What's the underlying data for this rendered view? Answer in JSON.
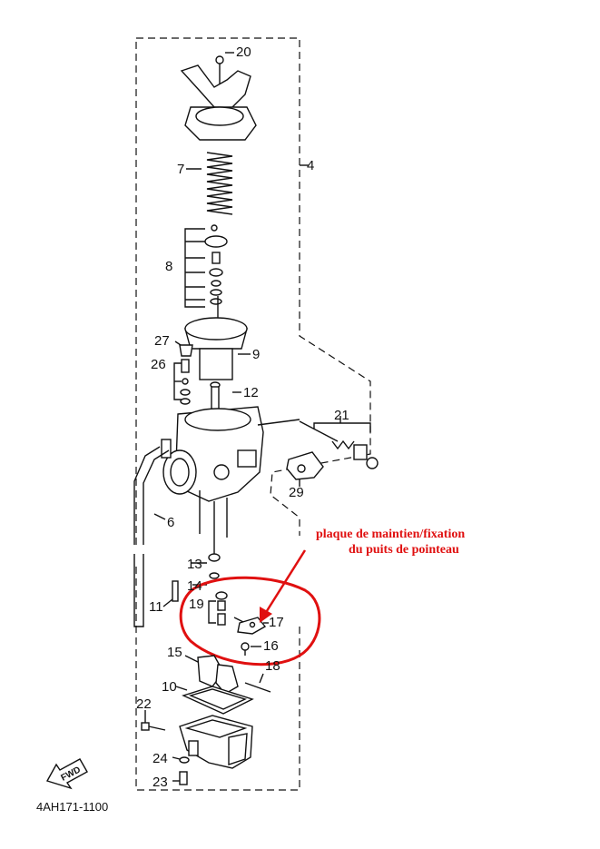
{
  "diagram": {
    "code": "4AH171-1100",
    "fwd_label": "FWD",
    "annotation": {
      "line1": "plaque de maintien/fixation",
      "line2": "du puits de pointeau",
      "color": "#e01010"
    },
    "labels": {
      "p20": "20",
      "p7": "7",
      "p4": "4",
      "p8": "8",
      "p27": "27",
      "p9": "9",
      "p26": "26",
      "p12": "12",
      "p21": "21",
      "p29": "29",
      "p6": "6",
      "p13": "13",
      "p14": "14",
      "p11": "11",
      "p19": "19",
      "p17": "17",
      "p16": "16",
      "p15": "15",
      "p18": "18",
      "p10": "10",
      "p22": "22",
      "p24": "24",
      "p23": "23"
    }
  }
}
